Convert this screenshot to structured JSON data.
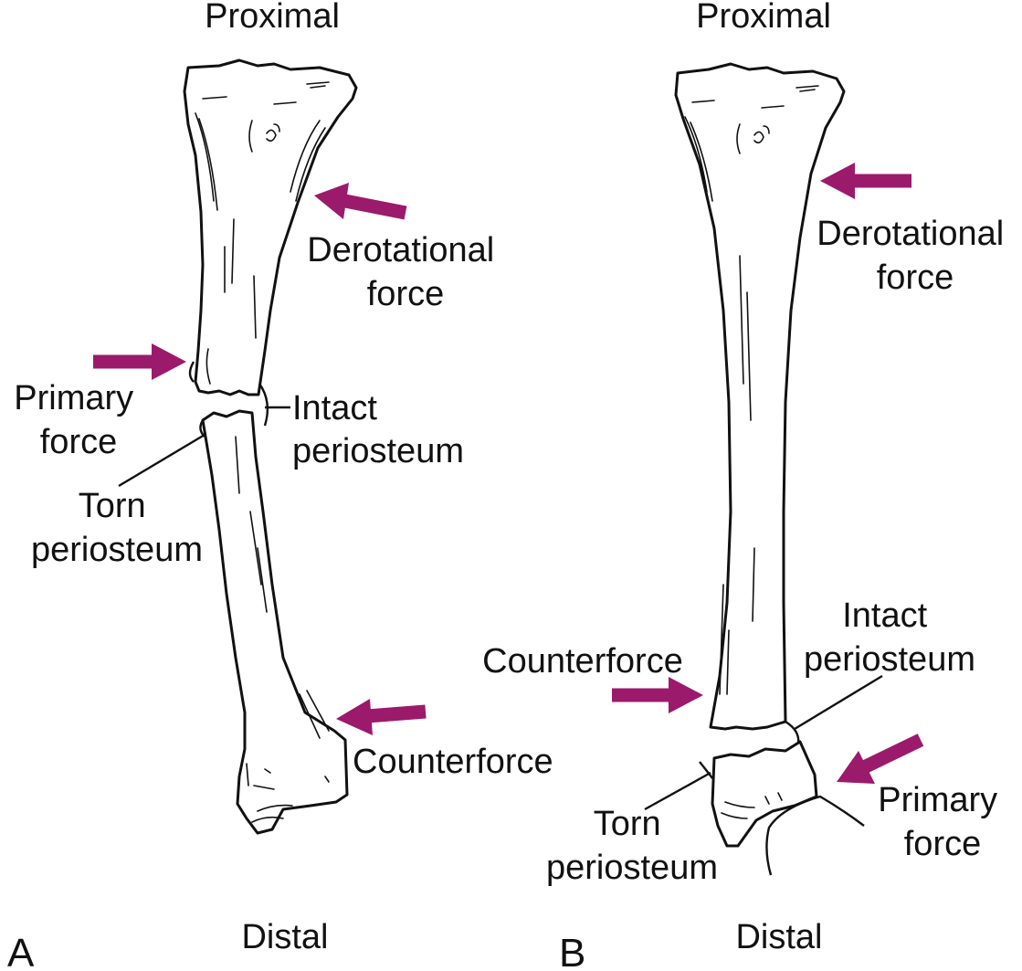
{
  "colors": {
    "arrow": "#9b1a6b",
    "line": "#111111",
    "background": "#ffffff"
  },
  "panel_a": {
    "letter": "A",
    "top_label": "Proximal",
    "bottom_label": "Distal",
    "derotational": [
      "Derotational",
      "force"
    ],
    "primary": [
      "Primary",
      "force"
    ],
    "intact": [
      "Intact",
      "periosteum"
    ],
    "torn": [
      "Torn",
      "periosteum"
    ],
    "counter": "Counterforce"
  },
  "panel_b": {
    "letter": "B",
    "top_label": "Proximal",
    "bottom_label": "Distal",
    "derotational": [
      "Derotational",
      "force"
    ],
    "counter": "Counterforce",
    "intact": [
      "Intact",
      "periosteum"
    ],
    "torn": [
      "Torn",
      "periosteum"
    ],
    "primary": [
      "Primary",
      "force"
    ]
  }
}
